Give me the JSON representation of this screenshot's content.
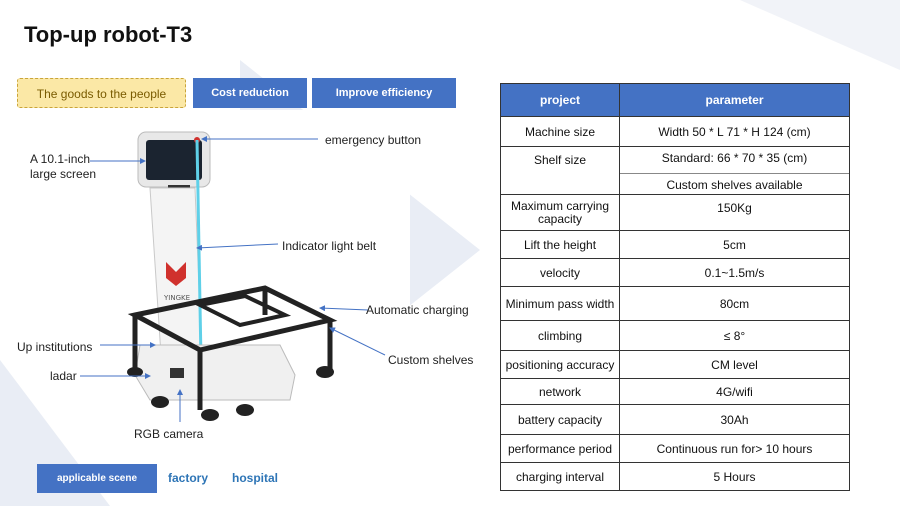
{
  "title": "Top-up robot-T3",
  "tabs": [
    {
      "label": "The goods to the people"
    },
    {
      "label": "Cost reduction"
    },
    {
      "label": "Improve efficiency"
    }
  ],
  "callouts": {
    "emergency": "emergency button",
    "screen": "A 10.1-inch large screen",
    "light_belt": "Indicator light belt",
    "charging": "Automatic charging",
    "shelves": "Custom shelves",
    "up_institutions": "Up institutions",
    "ladar": "ladar",
    "rgb": "RGB camera"
  },
  "robot_brand": "YINGKE",
  "table": {
    "headers": [
      "project",
      "parameter"
    ],
    "rows": [
      {
        "project": "Machine size",
        "parameter": "Width 50 * L 71 * H 124 (cm)"
      },
      {
        "project": "Shelf size",
        "parameter": "Standard: 66 * 70 * 35 (cm)",
        "parameter2": "Custom shelves available"
      },
      {
        "project": "Maximum carrying capacity",
        "parameter": "150Kg"
      },
      {
        "project": "Lift the height",
        "parameter": "5cm"
      },
      {
        "project": "velocity",
        "parameter": "0.1~1.5m/s"
      },
      {
        "project": "Minimum pass width",
        "parameter": "80cm"
      },
      {
        "project": "climbing",
        "parameter": "≤ 8°"
      },
      {
        "project": "positioning accuracy",
        "parameter": "CM level"
      },
      {
        "project": "network",
        "parameter": "4G/wifi"
      },
      {
        "project": "battery capacity",
        "parameter": "30Ah"
      },
      {
        "project": "performance period",
        "parameter": "Continuous run for> 10 hours"
      },
      {
        "project": "charging interval",
        "parameter": "5 Hours"
      }
    ]
  },
  "footer": {
    "button": "applicable scene",
    "links": [
      "factory",
      "hospital"
    ]
  },
  "colors": {
    "accent": "#4472c4",
    "highlight": "#fbe8a6",
    "link": "#2e75b6"
  }
}
